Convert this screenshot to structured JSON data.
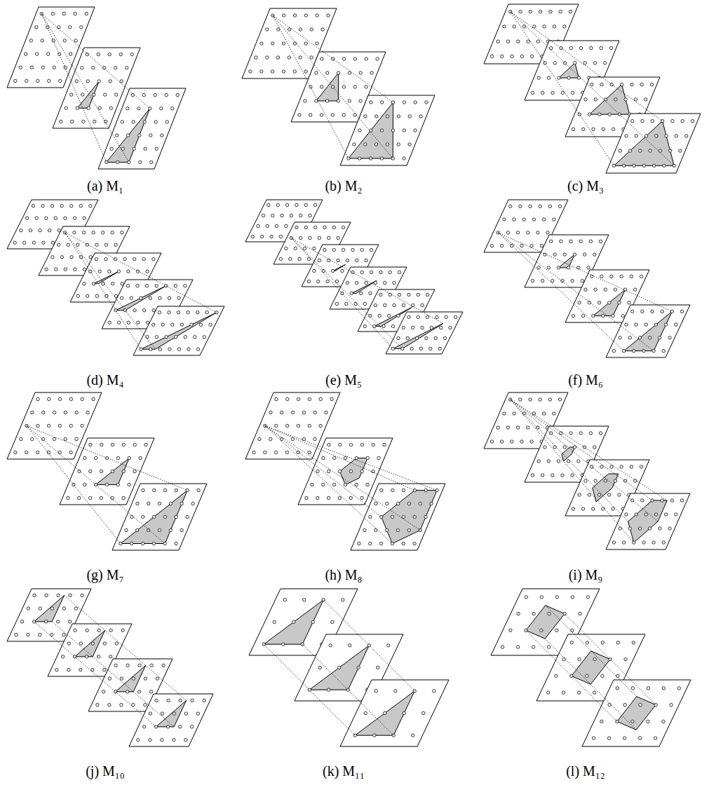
{
  "diagram": {
    "labels": [
      "(a) M₁",
      "(b) M₂",
      "(c) M₃",
      "(d) M₄",
      "(e) M₅",
      "(f) M₆",
      "(g) M₇",
      "(h) M₈",
      "(i) M₉",
      "(j) M₁₀",
      "(k) M₁₁",
      "(l) M₁₂"
    ]
  }
}
